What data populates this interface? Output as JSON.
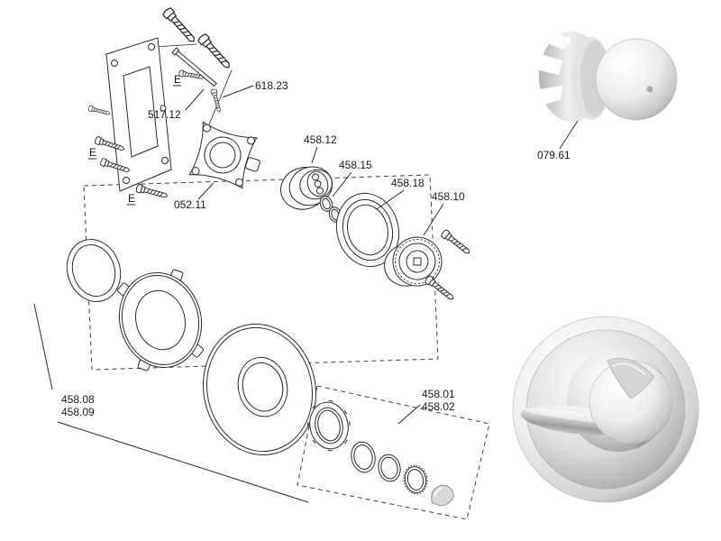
{
  "figure": {
    "background": "#ffffff",
    "line_color": "#2b2b2b"
  },
  "labels": {
    "grub_screw": "618.23",
    "retaining_pin": "517.12",
    "mounting_plate": "052.11",
    "cartridge": "458.12",
    "o_rings": "458.15",
    "seal_sleeve": "458.18",
    "flow_control": "458.10",
    "knob": "079.61",
    "trim_kit_line1": "458.08",
    "trim_kit_line2": "458.09",
    "handle_kit_line1": "458.01",
    "handle_kit_line2": "458.02",
    "fixing_marker": "E"
  }
}
